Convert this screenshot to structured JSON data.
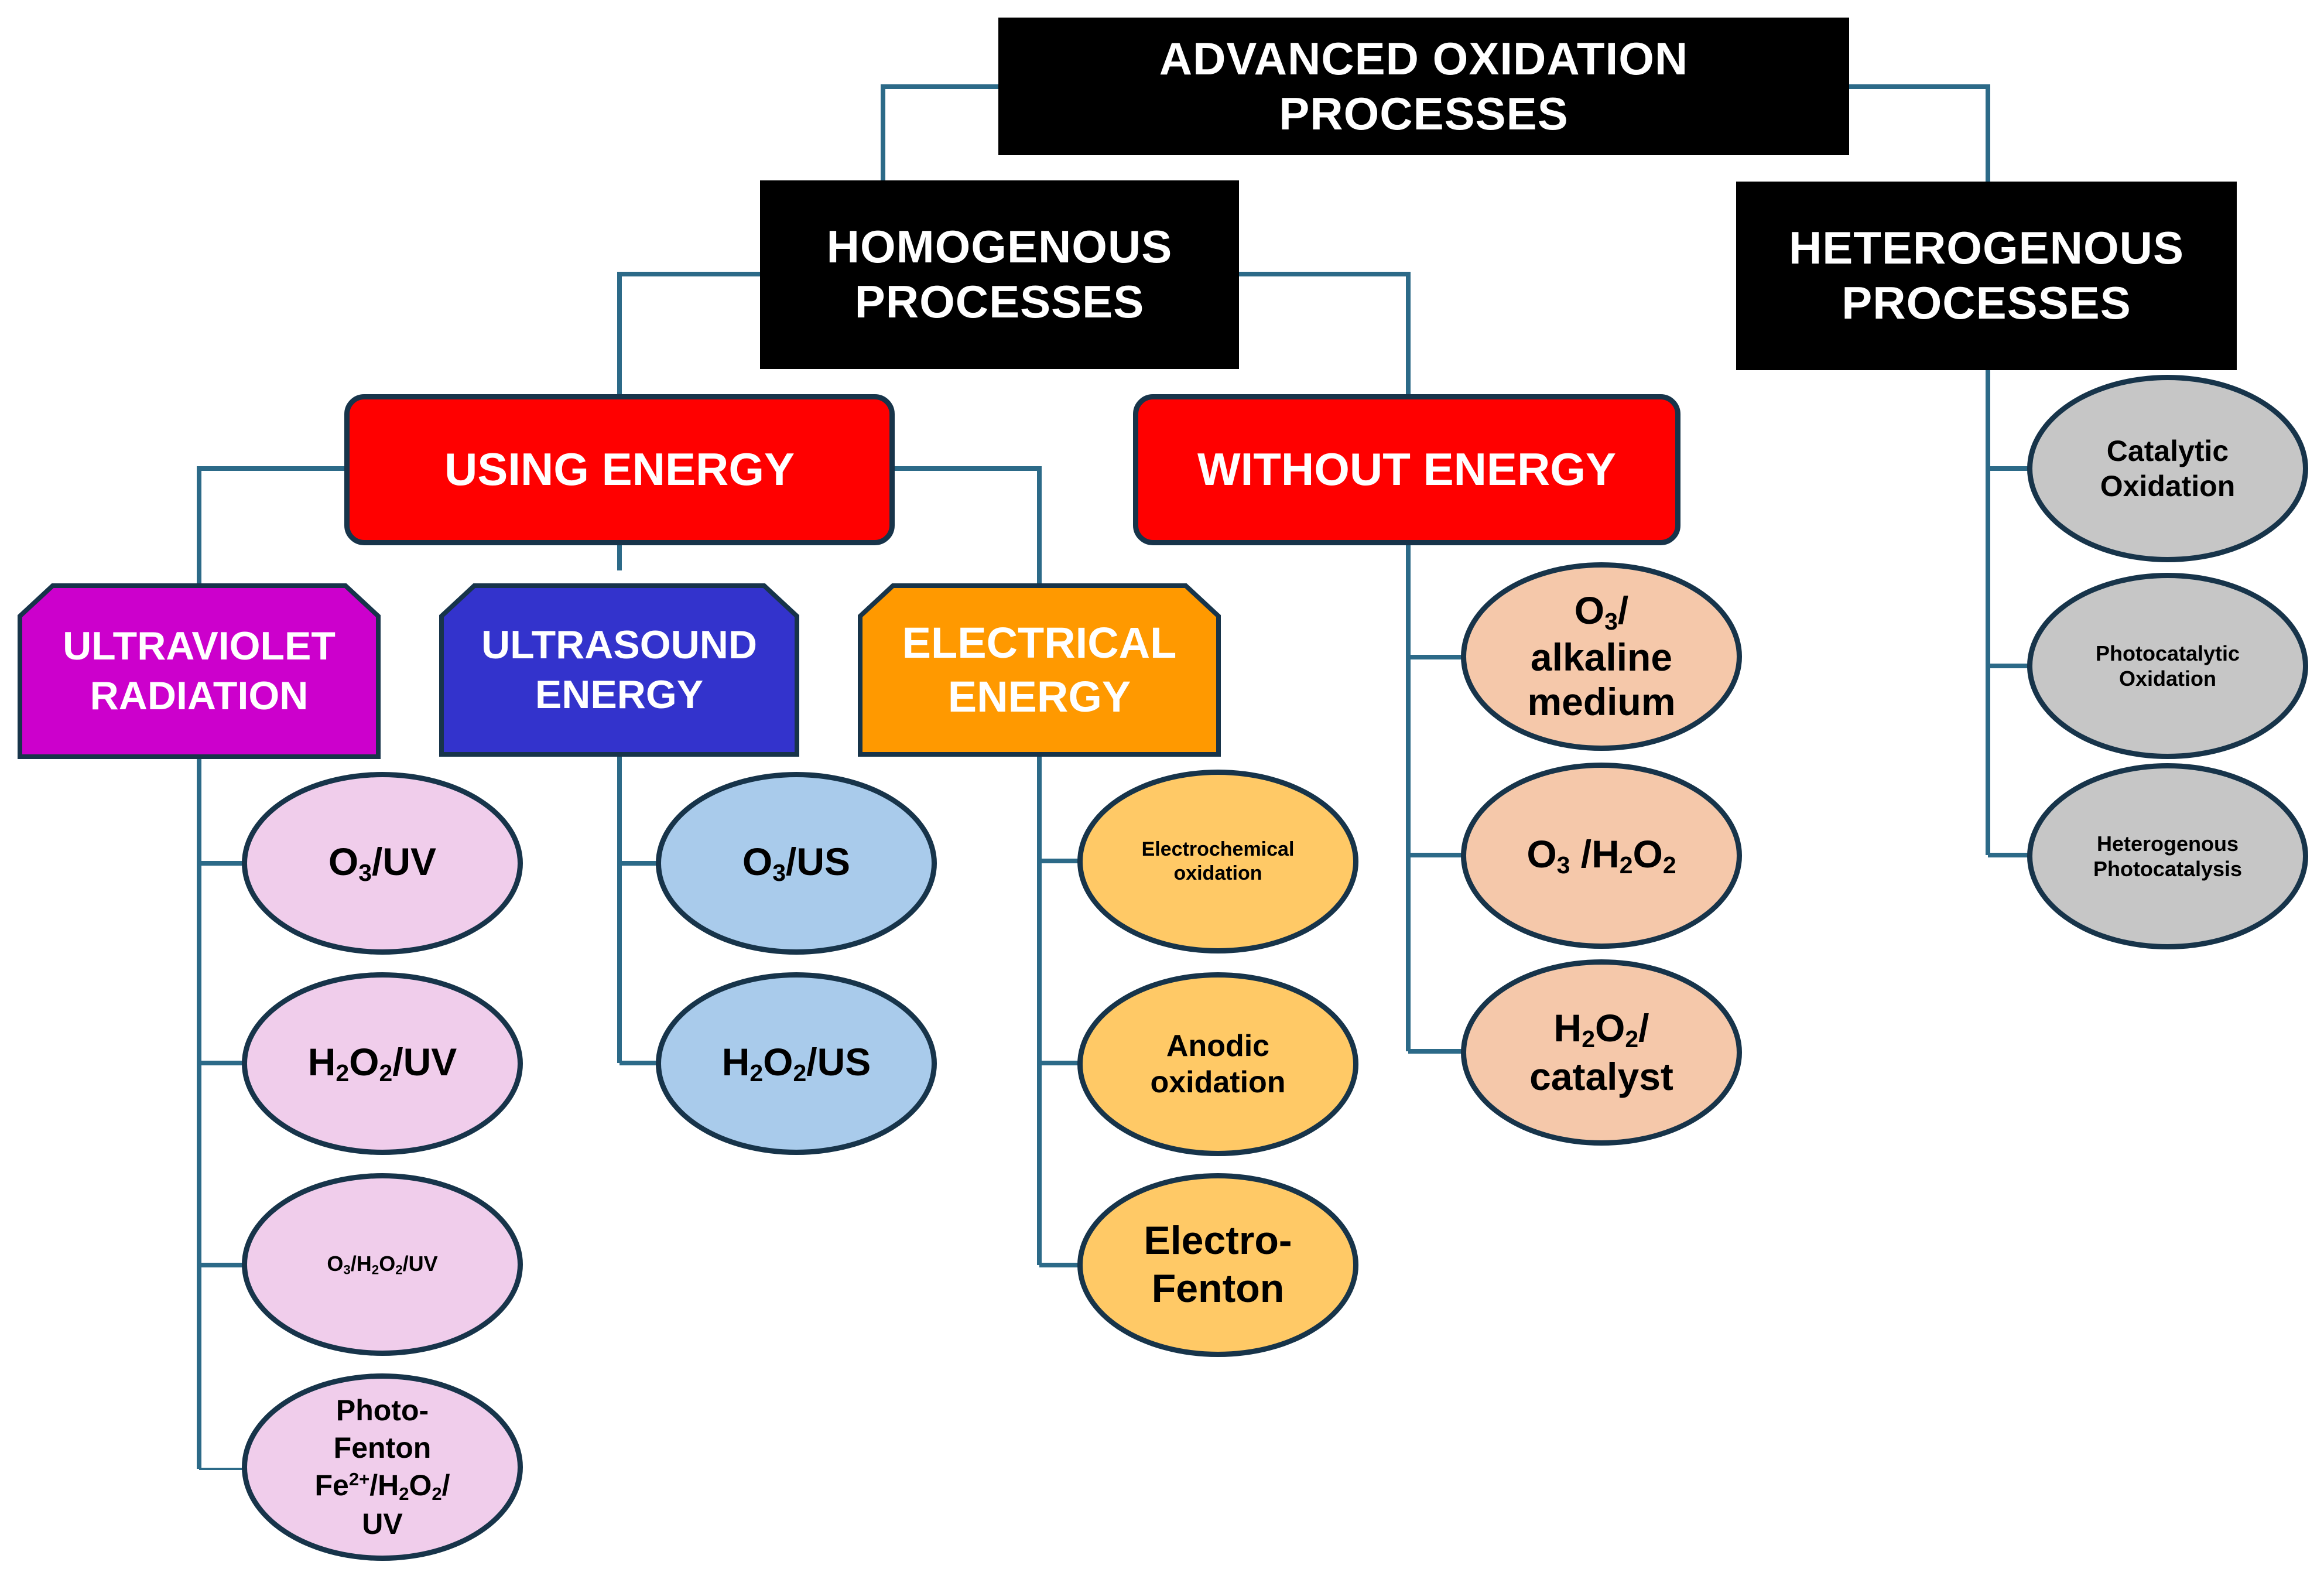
{
  "colors": {
    "connector": "#2c6a88",
    "border": "#17344a",
    "root": "#000000",
    "energy_box": "#ff0000",
    "ultraviolet": "#cc00cc",
    "ultrasound": "#3333cc",
    "electrical": "#ff9900",
    "uv_ovals": "#f0cdeb",
    "us_ovals": "#a9cbeb",
    "electrical_ovals": "#ffc966",
    "without_energy_ovals": "#f5c8aa",
    "heterogenous_ovals": "#c6c6c6"
  },
  "root": {
    "line1": "ADVANCED OXIDATION",
    "line2": "PROCESSES"
  },
  "homogenous": {
    "line1": "HOMOGENOUS",
    "line2": "PROCESSES"
  },
  "heterogenous": {
    "line1": "HETEROGENOUS",
    "line2": "PROCESSES"
  },
  "using_energy": {
    "label": "USING ENERGY"
  },
  "without_energy": {
    "label": "WITHOUT ENERGY"
  },
  "ultraviolet": {
    "line1": "ULTRAVIOLET",
    "line2": "RADIATION"
  },
  "ultrasound": {
    "line1": "ULTRASOUND",
    "line2": "ENERGY"
  },
  "electrical": {
    "line1": "ELECTRICAL",
    "line2": "ENERGY"
  },
  "uv_items": {
    "o3_uv": {
      "o": "O",
      "three": "3",
      "rest": "/UV"
    },
    "h2o2_uv": {
      "h": "H",
      "two": "2",
      "o": "O",
      "two_b": "2",
      "rest": "/UV"
    },
    "o3_h2o2_uv": {
      "o": "O",
      "three": "3",
      "slash_h": "/H",
      "two": "2",
      "o2": "O",
      "two_b": "2",
      "rest": "/UV"
    },
    "photo_fenton": {
      "line1": "Photo-",
      "line2": "Fenton",
      "fe": "Fe",
      "charge": "2+",
      "slash_h": "/H",
      "two": "2",
      "o": "O",
      "two_b": "2",
      "slash": "/",
      "line4": "UV"
    }
  },
  "us_items": {
    "o3_us": {
      "o": "O",
      "three": "3",
      "rest": "/US"
    },
    "h2o2_us": {
      "h": "H",
      "two": "2",
      "o": "O",
      "two_b": "2",
      "rest": "/US"
    }
  },
  "electrical_items": {
    "electrochemical": {
      "line1": "Electrochemical",
      "line2": "oxidation"
    },
    "anodic": {
      "line1": "Anodic",
      "line2": "oxidation"
    },
    "electro_fenton": {
      "line1": "Electro-",
      "line2": "Fenton"
    }
  },
  "without_energy_items": {
    "o3_alkaline": {
      "o": "O",
      "three": "3",
      "slash": "/",
      "line2": "alkaline",
      "line3": "medium"
    },
    "o3_h2o2": {
      "o": "O",
      "three": "3",
      "slash_h": " /H",
      "two": "2",
      "o2": "O",
      "two_b": "2"
    },
    "h2o2_catalyst": {
      "h": "H",
      "two": "2",
      "o": "O",
      "two_b": "2",
      "slash": "/",
      "line2": "catalyst"
    }
  },
  "heterogenous_items": {
    "catalytic": {
      "line1": "Catalytic",
      "line2": "Oxidation"
    },
    "photocatalytic": {
      "line1": "Photocatalytic",
      "line2": "Oxidation"
    },
    "heterogenous_photocatalysis": {
      "line1": "Heterogenous",
      "line2": "Photocatalysis"
    }
  }
}
